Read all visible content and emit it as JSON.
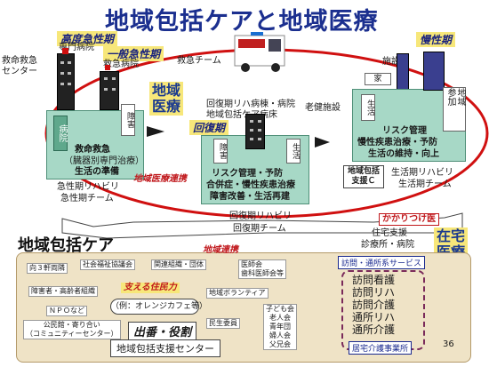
{
  "title": "地域包括ケアと地域医療",
  "phases": {
    "acute_high": "高度急性期",
    "acute_general": "一般急性期",
    "recovery": "回復期",
    "chronic": "慢性期"
  },
  "acute": {
    "specialty_hospital": "専門病院",
    "emergency_center": "救命救急\nセンター",
    "emergency_hospital": "救急病院",
    "emergency_team": "救急チーム",
    "hospital_label": "病院",
    "disability_label": "障害",
    "care_line1": "救命救急",
    "care_line2": "（臓器別専門治療）",
    "care_line3": "生活の準備",
    "rehab1": "急性期リハビリ",
    "rehab2": "急性期チーム"
  },
  "community_medicine": "地域\n医療",
  "recovery": {
    "hospitals1": "回復期リハ病棟・病院",
    "hospitals2": "地域包括ケア病床",
    "elder_facility": "老健施設",
    "disability_label": "障害",
    "life_label": "生活",
    "care_line1": "リスク管理・予防",
    "care_line2": "合併症・慢性疾患治療",
    "care_line3": "障害改善・生活再建",
    "rehab1": "回復期リハビリ",
    "rehab2": "回復期チーム",
    "cooperation": "地域医療連携"
  },
  "chronic": {
    "facility": "施設",
    "home": "家",
    "life_label": "生活",
    "participation": "地域\n参加",
    "care_line1": "リスク管理",
    "care_line2": "慢性疾患治療・予防",
    "care_line3": "生活の維持・向上",
    "support_center": "地域包括\n支援Ｃ",
    "rehab1": "生活期リハビリ",
    "rehab2": "生活期チーム"
  },
  "family_doctor": {
    "label": "かかりつけ医",
    "line1": "住宅支援",
    "line2": "診療所・病院"
  },
  "home_medical": "在宅\n医療",
  "community_care": {
    "header": "地域包括ケア",
    "cooperation": "地域連携",
    "visit_services": "訪問・通所系サービス",
    "services": [
      "訪問看護",
      "訪問リハ",
      "訪問介護",
      "通所リハ",
      "通所介護"
    ],
    "care_office": "居宅介護事業所",
    "center": "地域包括支援センター",
    "support": "支える住民力",
    "example": "（例：オレンジカフェ等）",
    "role": "出番・役割",
    "chips": {
      "c1": "向３軒両隣",
      "c2": "社会福祉協議会",
      "c3": "関連組織・団体",
      "c4": "医師会\n歯科医師会等",
      "c5": "障害者・高齢者組織",
      "c6": "ＮＰＯなど",
      "c7": "地域ボランティア",
      "c8": "公民館・寄り合い\n（コミュニティーセンター）",
      "c9": "民生委員",
      "c10": "子ども会\n老人会\n青年団\n婦人会\n父兄会"
    },
    "page_number": "36"
  }
}
